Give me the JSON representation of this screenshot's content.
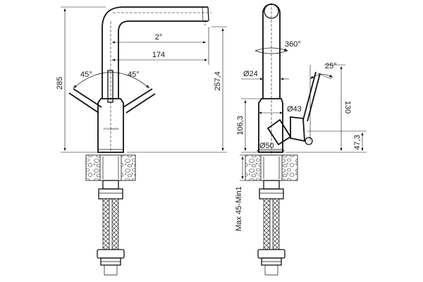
{
  "front_view": {
    "brand": "POLYMARK",
    "dims": {
      "height_total": "285",
      "height_spout": "257,4",
      "reach": "174",
      "tilt": "2°",
      "lever_left": "45°",
      "lever_right": "45°"
    }
  },
  "side_view": {
    "dims": {
      "swivel": "360°",
      "spout_diameter": "Ø24",
      "body_diameter": "Ø43",
      "base_diameter": "Ø50",
      "lever_angle": "25°",
      "body_height": "106,3",
      "lever_height": "130",
      "lever_offset": "47,3",
      "counter_thickness": "Max 45-Min1"
    }
  }
}
